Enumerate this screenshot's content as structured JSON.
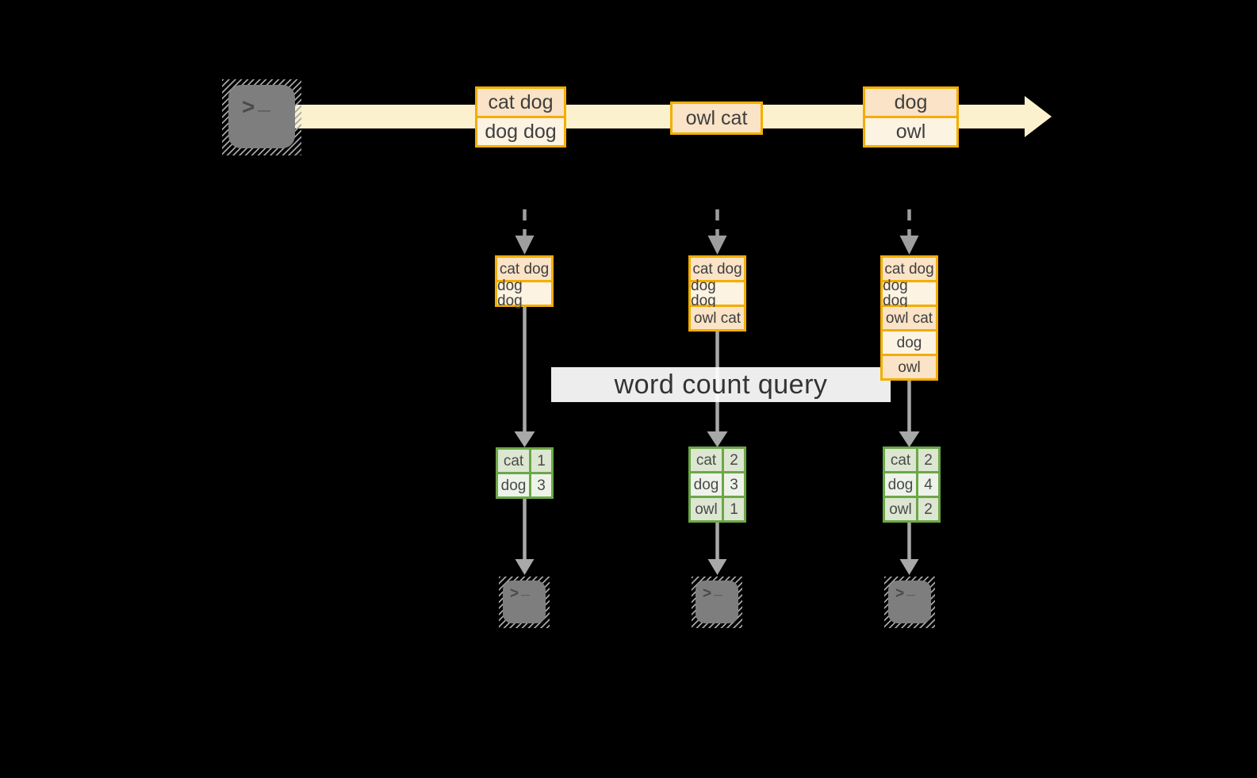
{
  "query_box": {
    "label": "word count query"
  },
  "source_terminal": {
    "glyph": ">_"
  },
  "output_terminals": [
    {
      "glyph": ">_"
    },
    {
      "glyph": ">_"
    },
    {
      "glyph": ">_"
    }
  ],
  "stream_events": [
    {
      "lines": [
        "cat dog",
        "dog dog"
      ]
    },
    {
      "lines": [
        "owl cat"
      ]
    },
    {
      "lines": [
        "dog",
        "owl"
      ]
    }
  ],
  "pipelines": [
    {
      "buffer": [
        "cat dog",
        "dog dog"
      ],
      "counts": [
        {
          "word": "cat",
          "count": "1"
        },
        {
          "word": "dog",
          "count": "3"
        }
      ]
    },
    {
      "buffer": [
        "cat dog",
        "dog dog",
        "owl cat"
      ],
      "counts": [
        {
          "word": "cat",
          "count": "2"
        },
        {
          "word": "dog",
          "count": "3"
        },
        {
          "word": "owl",
          "count": "1"
        }
      ]
    },
    {
      "buffer": [
        "cat dog",
        "dog dog",
        "owl cat",
        "dog",
        "owl"
      ],
      "counts": [
        {
          "word": "cat",
          "count": "2"
        },
        {
          "word": "dog",
          "count": "4"
        },
        {
          "word": "owl",
          "count": "2"
        }
      ]
    }
  ],
  "colors": {
    "accent_amber": "#F2AE00",
    "peach_dark": "#FAE3C6",
    "cream_light": "#FDF3E3",
    "stream_band": "#FBF1CF",
    "green_border": "#6CA748",
    "sage_dark": "#DCE6D1",
    "sage_light": "#EEF3E9",
    "connector_gray": "#A8A8A8",
    "terminal_gray": "#7E7E7E",
    "background": "#000000"
  }
}
